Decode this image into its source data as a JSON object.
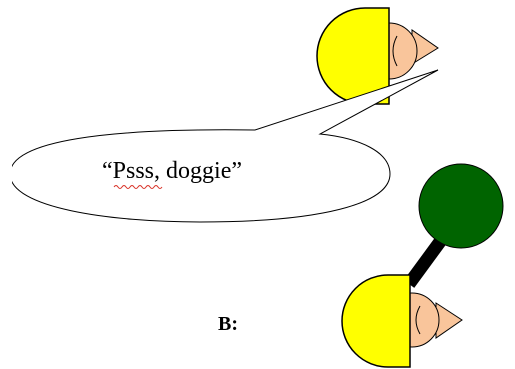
{
  "speech_bubble": {
    "text": "“Psss, doggie”",
    "spellcheck_word": "Psss"
  },
  "panel_label": "B:",
  "colors": {
    "hair": "#ffff00",
    "skin": "#f9c59b",
    "ball": "#006400",
    "stick": "#000000",
    "outline": "#000000",
    "bubble_fill": "#ffffff",
    "spellcheck_underline": "#d93025"
  }
}
